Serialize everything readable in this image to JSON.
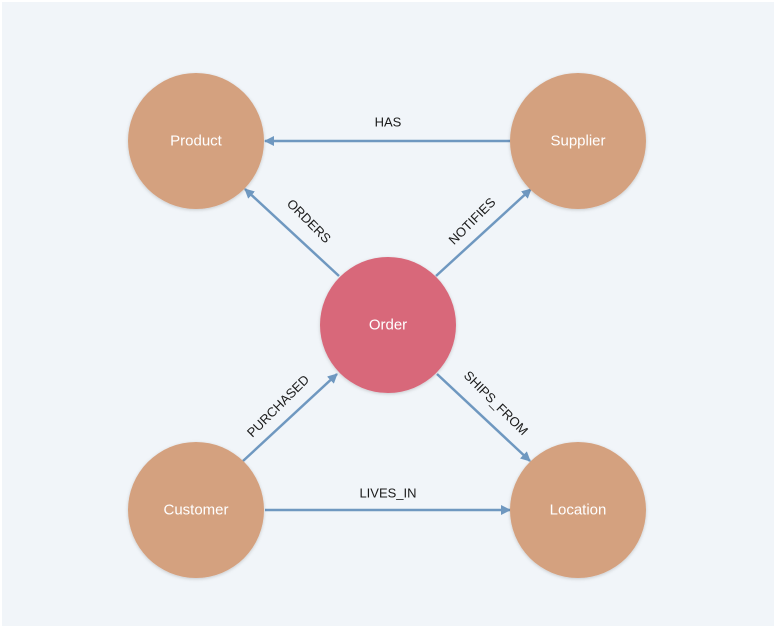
{
  "colors": {
    "background": "#f1f5f9",
    "entity_node": "#d4a17f",
    "central_node": "#d8677a",
    "edge": "#6f98c0"
  },
  "nodes": {
    "product": "Product",
    "supplier": "Supplier",
    "order": "Order",
    "customer": "Customer",
    "location": "Location"
  },
  "edges": {
    "has": "HAS",
    "orders": "ORDERS",
    "notifies": "NOTIFIES",
    "purchased": "PURCHASED",
    "ships_from": "SHIPS_FROM",
    "lives_in": "LIVES_IN"
  }
}
